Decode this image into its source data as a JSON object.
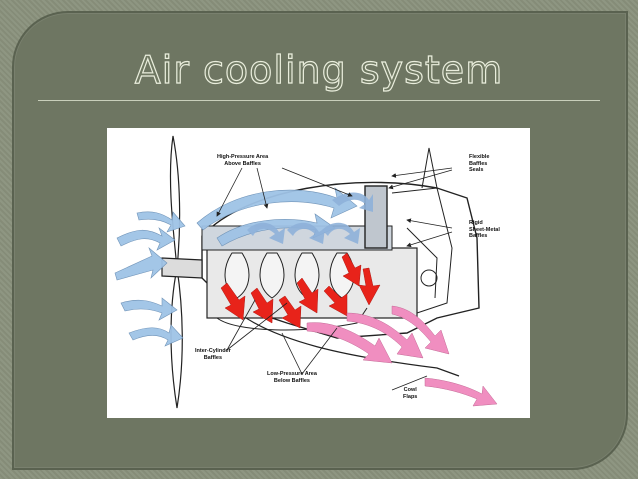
{
  "slide": {
    "title": "Air cooling system"
  },
  "diagram": {
    "labels": {
      "high_pressure_line1": "High-Pressure Area",
      "high_pressure_line2": "Above Baffles",
      "flexible_line1": "Flexible",
      "flexible_line2": "Baffles",
      "flexible_line3": "Seals",
      "rigid_line1": "Rigid",
      "rigid_line2": "Sheet-Metal",
      "rigid_line3": "Baffles",
      "inter_cyl_line1": "Inter-Cylinder",
      "inter_cyl_line2": "Baffles",
      "low_pressure_line1": "Low-Pressure Area",
      "low_pressure_line2": "Below Baffles",
      "cowl_line1": "Cowl",
      "cowl_line2": "Flaps"
    },
    "colors": {
      "cool_air": "#9fc3e6",
      "hot_air": "#e8231a",
      "exhaust_air": "#f08ec0",
      "line": "#222222"
    }
  }
}
